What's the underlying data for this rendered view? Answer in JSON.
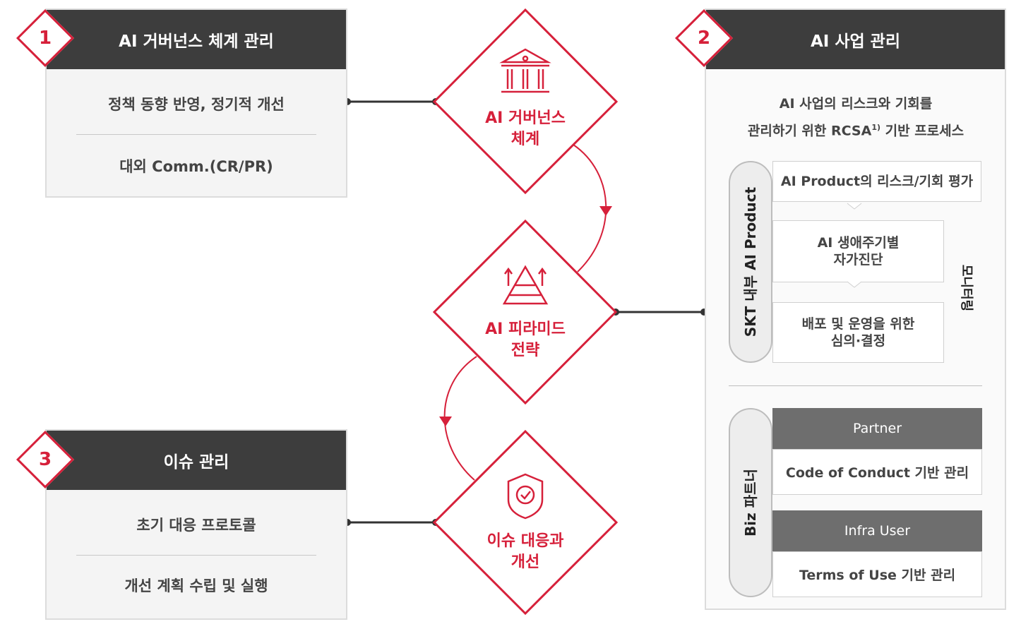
{
  "panels": {
    "governance": {
      "number": "1",
      "title": "AI 거버넌스 체계 관리",
      "items": [
        "정책 동향 반영, 정기적 개선",
        "대외 Comm.(CR/PR)"
      ]
    },
    "issue": {
      "number": "3",
      "title": "이슈 관리",
      "items": [
        "초기 대응 프로토콜",
        "개선 계획 수립 및 실행"
      ]
    },
    "business": {
      "number": "2",
      "title": "AI 사업 관리",
      "subtitle_line1": "AI 사업의 리스크와 기회를",
      "subtitle_line2": "관리하기 위한 RCSA",
      "subtitle_sup": "1)",
      "subtitle_line2_end": " 기반 프로세스",
      "product_group_label": "SKT 내부 AI Product",
      "product_steps": [
        "AI Product의 리스크/기회 평가",
        "AI 생애주기별\n자가진단",
        "배포 및 운영을 위한\n심의·결정"
      ],
      "monitoring_label": "모니터링",
      "partner_group_label": "Biz 파트너",
      "partner_rows": [
        {
          "header": "Partner",
          "body": "Code of Conduct 기반 관리"
        },
        {
          "header": "Infra User",
          "body": "Terms of Use 기반 관리"
        }
      ]
    }
  },
  "diamonds": {
    "governance": {
      "line1": "AI 거버넌스",
      "line2": "체계",
      "icon": "building-icon"
    },
    "pyramid": {
      "line1": "AI 피라미드",
      "line2": "전략",
      "icon": "pyramid-icon"
    },
    "issue": {
      "line1": "이슈 대응과",
      "line2": "개선",
      "icon": "shield-check-icon"
    }
  },
  "colors": {
    "accent": "#d6203a",
    "dark_header": "#3d3d3d",
    "gray_header": "#6e6e6e"
  }
}
